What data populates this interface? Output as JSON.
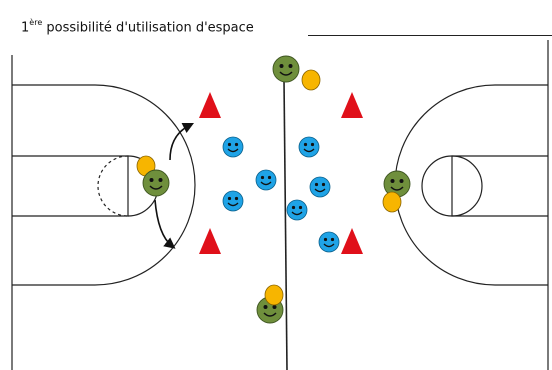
{
  "title": {
    "prefix": "1",
    "superscript": "ère",
    "text": " possibilité d'utilisation d'espace"
  },
  "colors": {
    "player_green": "#6f8f3c",
    "player_blue": "#1fa3e6",
    "ball_yellow": "#f7b500",
    "cone_red": "#e0101a",
    "line": "#222222"
  },
  "icons": {
    "attacker": "green-smiley-icon",
    "defender": "blue-smiley-icon",
    "ball": "ball-icon",
    "cone": "cone-icon",
    "movement": "curved-arrow-icon"
  }
}
